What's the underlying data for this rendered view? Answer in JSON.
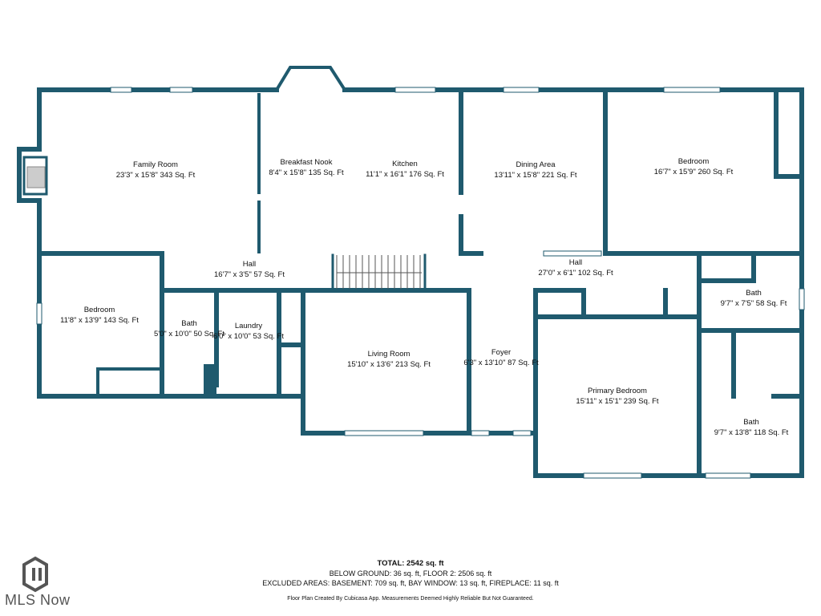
{
  "rooms": {
    "family": {
      "name": "Family Room",
      "size": "23'3\" x 15'8\" 343 Sq. Ft"
    },
    "nook": {
      "name": "Breakfast Nook",
      "size": "8'4\" x 15'8\" 135 Sq. Ft"
    },
    "kitchen": {
      "name": "Kitchen",
      "size": "11'1\" x 16'1\" 176 Sq. Ft"
    },
    "dining": {
      "name": "Dining Area",
      "size": "13'11\" x 15'8\" 221 Sq. Ft"
    },
    "bed_ne": {
      "name": "Bedroom",
      "size": "16'7\" x 15'9\" 260 Sq. Ft"
    },
    "hall_w": {
      "name": "Hall",
      "size": "16'7\" x 3'5\" 57 Sq. Ft"
    },
    "hall_e": {
      "name": "Hall",
      "size": "27'0\" x 6'1\" 102 Sq. Ft"
    },
    "bath_ne": {
      "name": "Bath",
      "size": "9'7\" x 7'5\" 58 Sq. Ft"
    },
    "bed_w": {
      "name": "Bedroom",
      "size": "11'8\" x 13'9\" 143 Sq. Ft"
    },
    "bath_w": {
      "name": "Bath",
      "size": "5'0\" x 10'0\" 50 Sq. Ft"
    },
    "laundry": {
      "name": "Laundry",
      "size": "6'0\" x 10'0\" 53 Sq. Ft"
    },
    "living": {
      "name": "Living Room",
      "size": "15'10\" x 13'6\" 213 Sq. Ft"
    },
    "foyer": {
      "name": "Foyer",
      "size": "6'3\" x 13'10\" 87 Sq. Ft"
    },
    "primary": {
      "name": "Primary Bedroom",
      "size": "15'11\" x 15'1\" 239 Sq. Ft"
    },
    "bath_se": {
      "name": "Bath",
      "size": "9'7\" x 13'8\" 118 Sq. Ft"
    }
  },
  "summary": {
    "total": "TOTAL: 2542 sq. ft",
    "line1": "BELOW GROUND: 36 sq. ft, FLOOR 2: 2506 sq. ft",
    "line2": "EXCLUDED AREAS: BASEMENT: 709 sq. ft, BAY WINDOW: 13 sq. ft, FIREPLACE: 11 sq. ft",
    "credit": "Floor Plan Created By Cubicasa App. Measurements Deemed Highly Reliable But Not Guaranteed."
  },
  "brand": {
    "logo_text": "MLS Now"
  },
  "colors": {
    "wall": "#1f5a6e",
    "window": "#ffffff",
    "fireplace": "#888888"
  }
}
